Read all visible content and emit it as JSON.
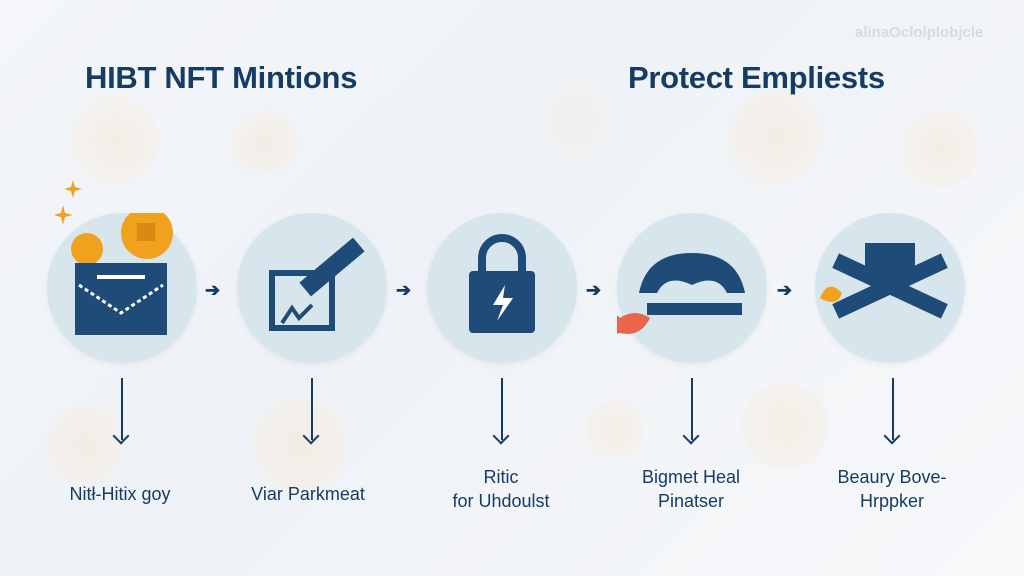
{
  "watermark": "alinaOclolplobjcle",
  "titles": {
    "left": "HIBT NFT Mintions",
    "right": "Protect Empliests"
  },
  "colors": {
    "navy": "#173c63",
    "circle": "#d7e5ec",
    "gold": "#f0a21f",
    "coral": "#e9664a"
  },
  "steps": [
    {
      "icon": "coin-wallet-icon",
      "label": [
        "Nitł-Hitix goy"
      ]
    },
    {
      "icon": "signing-pen-icon",
      "label": [
        "Viar Parkmeat"
      ]
    },
    {
      "icon": "lock-bolt-icon",
      "label": [
        "Ritic",
        "for Uhdoulst"
      ]
    },
    {
      "icon": "device-tag-icon",
      "label": [
        "Bigmet Heal",
        "Pinatser"
      ]
    },
    {
      "icon": "crossed-box-icon",
      "label": [
        "Beaury Bove-",
        "Hrppker"
      ]
    }
  ]
}
